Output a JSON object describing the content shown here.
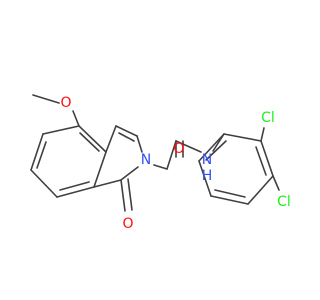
{
  "molecule": {
    "atoms": {
      "methoxy_methyl": "",
      "methoxy_oxygen": "O",
      "ring_nitrogen": "N",
      "carbonyl_oxygen_ring": "O",
      "amide_oxygen": "O",
      "amide_nitrogen": "N",
      "amide_hydrogen": "H",
      "chlorine_top": "Cl",
      "chlorine_bottom": "Cl"
    },
    "colors": {
      "bond": "#404040",
      "oxygen": "#ff0d0d",
      "nitrogen": "#3050f8",
      "chlorine": "#1ff01f"
    }
  }
}
